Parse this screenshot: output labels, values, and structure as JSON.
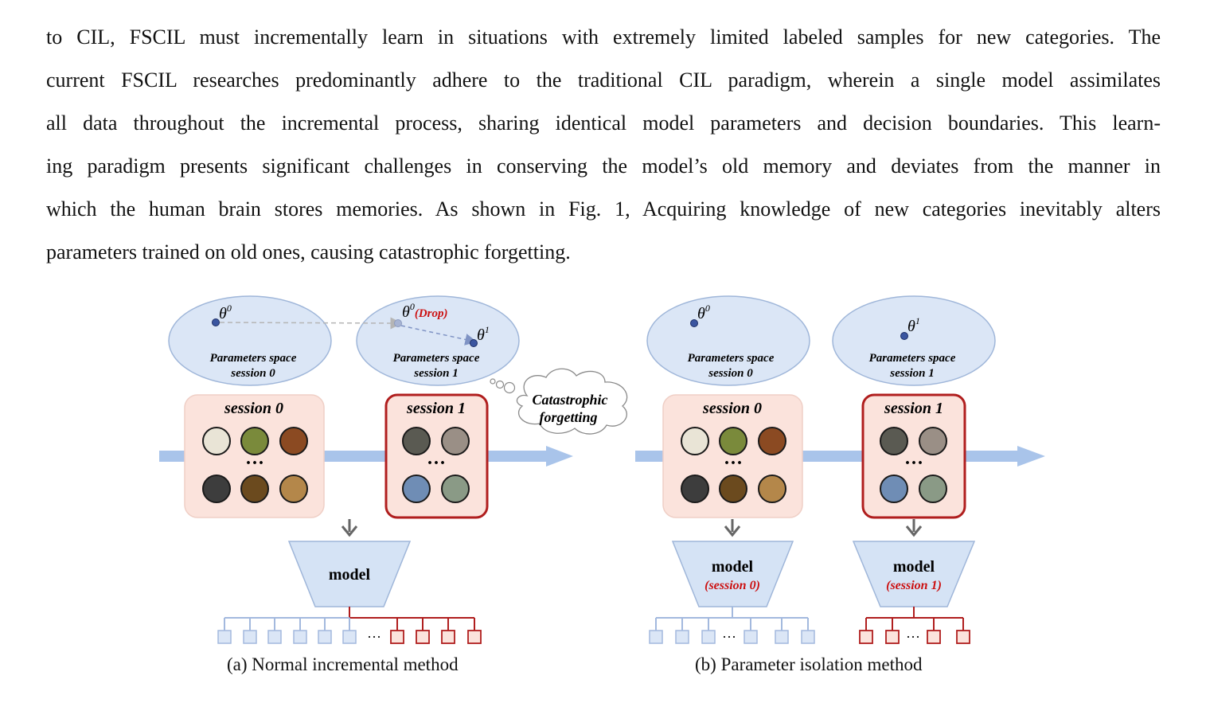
{
  "paragraph": {
    "lines": [
      "to CIL, FSCIL must incrementally learn in situations with extremely limited labeled samples for new categories. The",
      "current FSCIL researches predominantly adhere to the traditional CIL paradigm, wherein a single model assimilates",
      "all data throughout the incremental process, sharing identical model parameters and decision boundaries. This learn-",
      "ing paradigm presents significant challenges in conserving the model’s old memory and deviates from the manner in",
      "which the human brain stores memories. As shown in Fig. 1, Acquiring knowledge of new categories inevitably alters",
      "parameters trained on old ones, causing catastrophic forgetting."
    ]
  },
  "figure": {
    "colors": {
      "ellipse_fill": "#dbe6f6",
      "ellipse_stroke": "#9fb6d9",
      "session_fill": "#fbe3dc",
      "session_active_stroke": "#b01e1e",
      "arrow": "#a9c4ea",
      "model_fill": "#d5e3f5",
      "old_class": "#a3b9de",
      "new_class": "#b01e1e",
      "accent_red": "#cc1111"
    },
    "theta": "θ",
    "sup0": "0",
    "sup1": "1",
    "drop": "(Drop)",
    "param_space": "Parameters space",
    "session0": "session 0",
    "session1": "session 1",
    "thought": {
      "line1": "Catastrophic",
      "line2": "forgetting"
    },
    "ellipsis": "⋯",
    "dots": "···",
    "model": "model",
    "model_s0_sub": "(session 0)",
    "model_s1_sub": "(session 1)",
    "caption_a": "(a) Normal incremental method",
    "caption_b": "(b) Parameter isolation method"
  }
}
